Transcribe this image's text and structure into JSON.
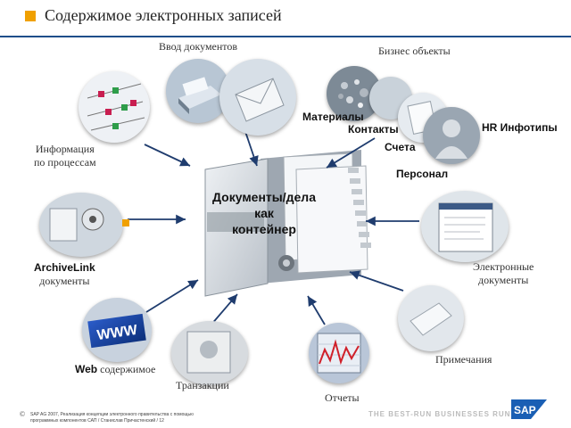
{
  "header": {
    "title": "Содержимое электронных записей"
  },
  "center": {
    "line1": "Документы/дела",
    "line2": "как",
    "line3": "контейнер"
  },
  "labels": {
    "input_docs": "Ввод документов",
    "business_objects": "Бизнес объекты",
    "process_info_1": "Информация",
    "process_info_2": "по процессам",
    "archivelink_1": "ArchiveLink",
    "archivelink_2": "документы",
    "web_bold": "Web",
    "web_rest": " содержимое",
    "transactions": "Транзакции",
    "reports": "Отчеты",
    "notes": "Примечания",
    "edocs_1": "Электронные",
    "edocs_2": "документы"
  },
  "business_objects": {
    "materials": "Материалы",
    "contacts": "Контакты",
    "invoices": "Счета",
    "personnel": "Персонал",
    "hr_infotypes": "HR Инфотипы"
  },
  "footer": {
    "copyright": "©",
    "line1": "SAP AG 2007, Реализация концепции электронного правительства с помощью",
    "line2": "программных компонентов САП / Станислав Причастенский / 12",
    "slogan": "THE BEST-RUN BUSINESSES RUN SAP",
    "logo_text": "SAP"
  },
  "colors": {
    "accent": "#f0a000",
    "header_line": "#1f4e8a",
    "arrow": "#1f3c6e",
    "sap_blue": "#1a5fb4"
  }
}
